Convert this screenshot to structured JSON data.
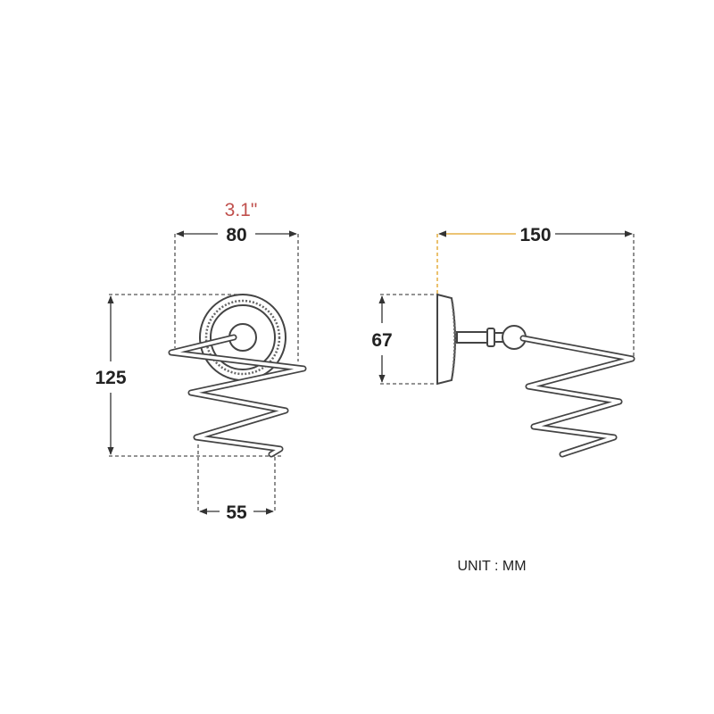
{
  "front_view": {
    "width_inch_label": "3.1\"",
    "width_label": "80",
    "height_label": "125",
    "bottom_label": "55"
  },
  "side_view": {
    "depth_label": "150",
    "plate_height_label": "67"
  },
  "unit_label": "UNIT : MM",
  "colors": {
    "inch_label": "#c0504d",
    "highlight": "#e0a020",
    "line": "#444444"
  }
}
